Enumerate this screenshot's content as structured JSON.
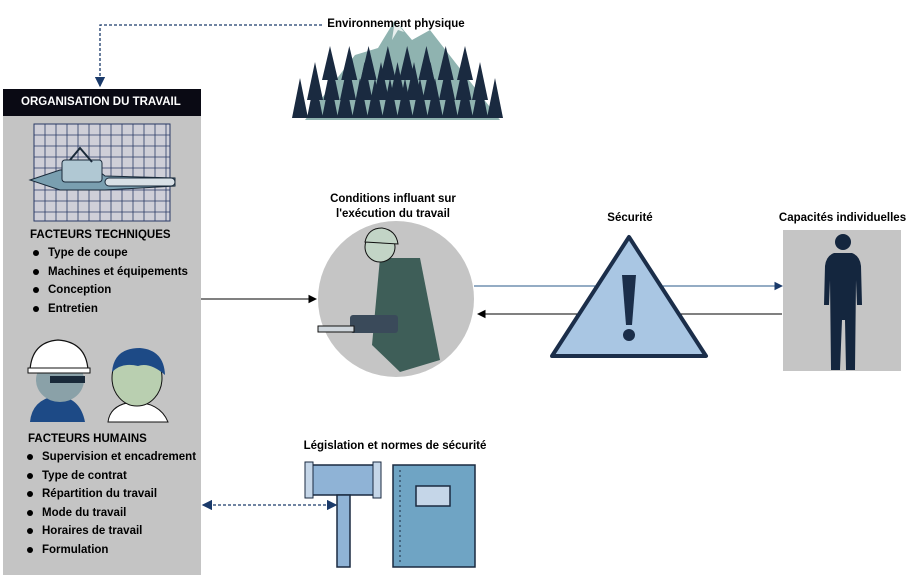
{
  "environment_label": "Environnement physique",
  "organisation": {
    "title": "ORGANISATION DU TRAVAIL",
    "technical": {
      "title": "FACTEURS TECHNIQUES",
      "items": [
        "Type de coupe",
        "Machines et équipements",
        "Conception",
        "Entretien"
      ]
    },
    "human": {
      "title": "FACTEURS HUMAINS",
      "items": [
        "Supervision et encadrement",
        "Type de contrat",
        "Répartition du travail",
        "Mode du travail",
        "Horaires de travail",
        "Formulation"
      ]
    }
  },
  "conditions_label": "Conditions influant sur l'exécution du travail",
  "safety_label": "Sécurité",
  "capacities_label": "Capacités individuelles",
  "legislation_label": "Législation et normes de sécurité",
  "colors": {
    "forest_dark": "#1a2a40",
    "mountain": "#8fb3b0",
    "triangle_fill": "#a9c6e3",
    "triangle_stroke": "#1b2e4a",
    "figure": "#14263e",
    "book": "#6fa4c4",
    "grid_line": "#2a3a66",
    "arrow_line": "#2a5a8a",
    "dashed": "#1a3a6a"
  },
  "icons": [
    "chainsaw-icon",
    "forest-icon",
    "worker-icon",
    "warning-icon",
    "person-silhouette-icon",
    "gavel-icon",
    "book-icon",
    "helmet-worker-icon"
  ]
}
